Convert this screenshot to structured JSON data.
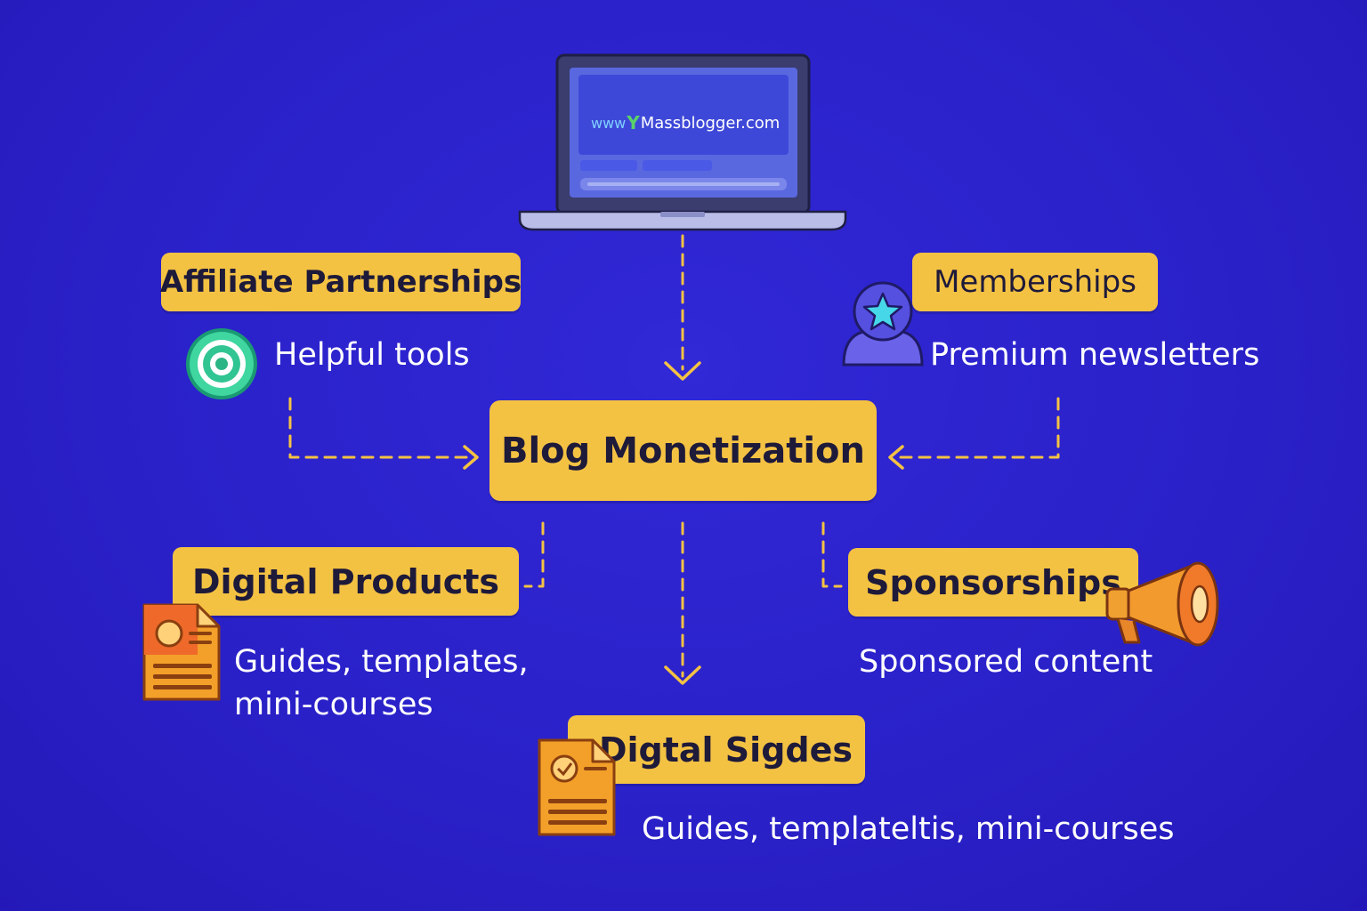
{
  "laptop": {
    "prefix": "www",
    "site": "Massblogger.com"
  },
  "center": {
    "label": "Blog Monetization"
  },
  "nodes": {
    "affiliate": {
      "title": "Affiliate Partnerships",
      "desc": "Helpful tools"
    },
    "memberships": {
      "title": "Memberships",
      "desc": "Premium newsletters"
    },
    "digital_products": {
      "title": "Digital Products",
      "desc_line1": "Guides, templates,",
      "desc_line2": "mini-courses"
    },
    "sponsorships": {
      "title": "Sponsorships",
      "desc": "Sponsored content"
    },
    "digital_sigdes": {
      "title": "Digtal Sigdes",
      "desc": "Guides, templateltis, mini-courses"
    }
  },
  "colors": {
    "background": "#2a21c9",
    "label": "#f4c243",
    "connector": "#f4c243",
    "text": "#ffffff"
  },
  "icons": {
    "affiliate": "target-icon",
    "memberships": "member-star-icon",
    "digital_products": "document-icon",
    "sponsorships": "megaphone-icon",
    "digital_sigdes": "document-icon"
  }
}
